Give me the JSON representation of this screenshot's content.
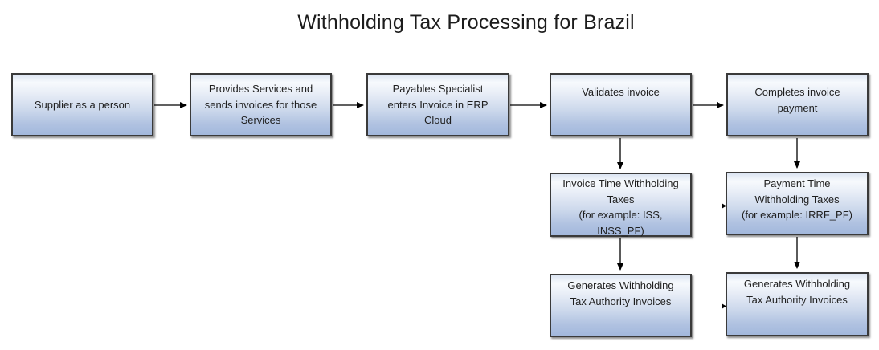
{
  "title": "Withholding Tax Processing for Brazil",
  "colors": {
    "box_border": "#3a3a3a",
    "box_gradient_top": "#f7fafd",
    "box_gradient_bottom": "#a3b8dc",
    "arrow": "#000000",
    "text": "#1f1f1f",
    "background": "#ffffff"
  },
  "flowchart": {
    "nodes": [
      {
        "id": "supplier",
        "label": "Supplier as a person"
      },
      {
        "id": "provides-services",
        "label": "Provides Services and\nsends invoices for those\nServices"
      },
      {
        "id": "payables-specialist",
        "label": "Payables Specialist\nenters Invoice in ERP\nCloud"
      },
      {
        "id": "validates-invoice",
        "label": "Validates invoice"
      },
      {
        "id": "completes-payment",
        "label": "Completes invoice\npayment"
      },
      {
        "id": "invoice-time-taxes",
        "label": "Invoice Time Withholding\nTaxes\n(for example: ISS,\nINSS_PF)"
      },
      {
        "id": "payment-time-taxes",
        "label": "Payment Time\nWithholding Taxes\n(for example: IRRF_PF)"
      },
      {
        "id": "generates-invoices-left",
        "label": "Generates Withholding\nTax Authority Invoices"
      },
      {
        "id": "generates-invoices-right",
        "label": "Generates Withholding\nTax Authority Invoices"
      }
    ],
    "edges": [
      {
        "from": "supplier",
        "to": "provides-services"
      },
      {
        "from": "provides-services",
        "to": "payables-specialist"
      },
      {
        "from": "payables-specialist",
        "to": "validates-invoice"
      },
      {
        "from": "validates-invoice",
        "to": "completes-payment"
      },
      {
        "from": "validates-invoice",
        "to": "invoice-time-taxes"
      },
      {
        "from": "invoice-time-taxes",
        "to": "generates-invoices-left"
      },
      {
        "from": "completes-payment",
        "to": "payment-time-taxes"
      },
      {
        "from": "payment-time-taxes",
        "to": "generates-invoices-right"
      }
    ]
  }
}
